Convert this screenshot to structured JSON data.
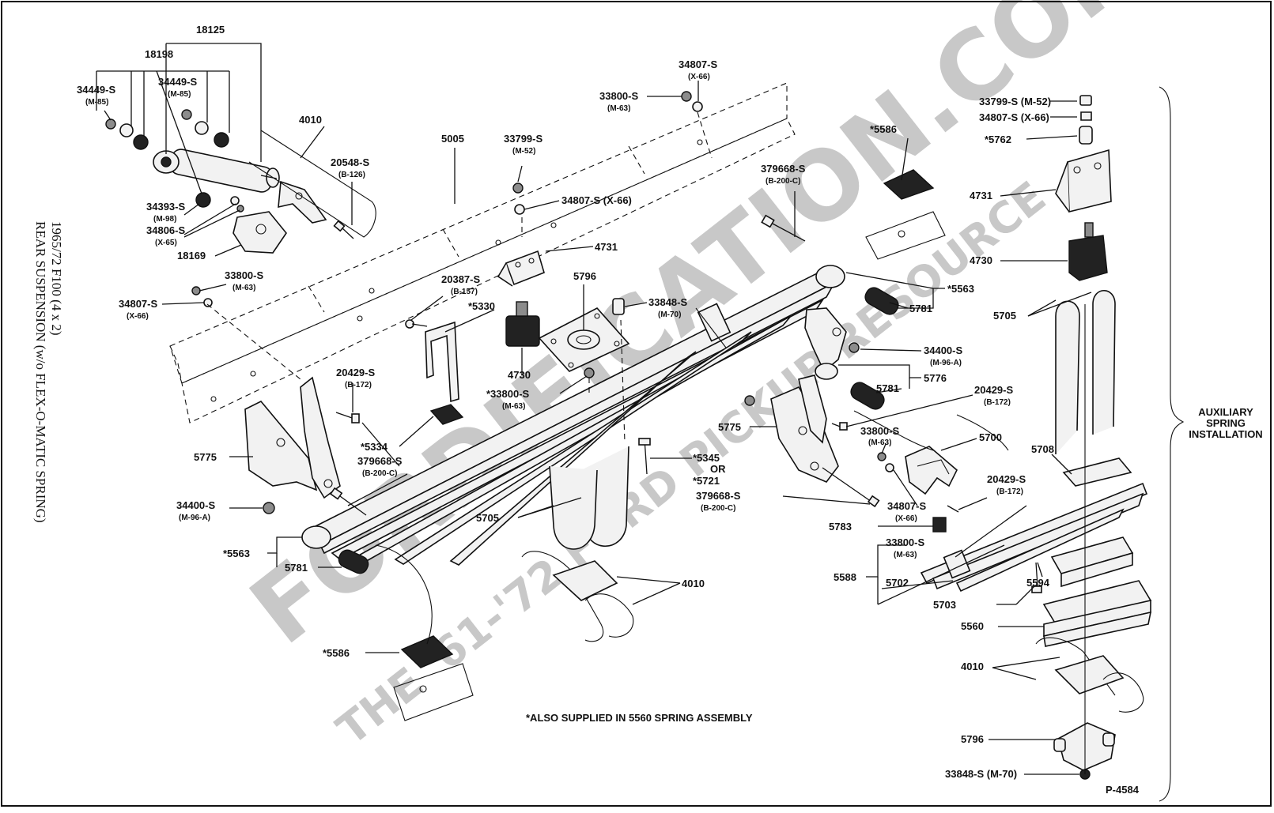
{
  "side_title": {
    "line1": "REAR SUSPENSION (w/o FLEX-O-MATIC SPRING)",
    "line2": "1965/72  F100 (4 x 2)"
  },
  "auxiliary_label": [
    "AUXILIARY",
    "SPRING",
    "INSTALLATION"
  ],
  "footnote": "*ALSO SUPPLIED IN 5560 SPRING ASSEMBLY",
  "figure_number": "P-4584",
  "watermark": {
    "main": "FORDIFICATION.COM",
    "tagline": "THE '61-'72 FORD PICKUP RESOURCE"
  },
  "callouts": [
    {
      "id": "18125",
      "text": "18125"
    },
    {
      "id": "18198",
      "text": "18198"
    },
    {
      "id": "34449-S-a",
      "text": "34449-S",
      "sub": "(M-85)"
    },
    {
      "id": "34449-S-b",
      "text": "34449-S",
      "sub": "(M-85)"
    },
    {
      "id": "4010-top",
      "text": "4010"
    },
    {
      "id": "20548-S",
      "text": "20548-S",
      "sub": "(B-126)"
    },
    {
      "id": "34393-S",
      "text": "34393-S",
      "sub": "(M-98)"
    },
    {
      "id": "34806-S",
      "text": "34806-S",
      "sub": "(X-65)"
    },
    {
      "id": "18169",
      "text": "18169"
    },
    {
      "id": "33800-S-left",
      "text": "33800-S",
      "sub": "(M-63)"
    },
    {
      "id": "34807-S-left",
      "text": "34807-S",
      "sub": "(X-66)"
    },
    {
      "id": "5005",
      "text": "5005"
    },
    {
      "id": "33800-S-top",
      "text": "33800-S",
      "sub": "(M-63)"
    },
    {
      "id": "34807-S-top",
      "text": "34807-S",
      "sub": "(X-66)"
    },
    {
      "id": "33799-S-center",
      "text": "33799-S",
      "sub": "(M-52)"
    },
    {
      "id": "34807-S-center",
      "text": "34807-S (X-66)"
    },
    {
      "id": "4731-center",
      "text": "4731"
    },
    {
      "id": "20387-S",
      "text": "20387-S",
      "sub": "(B-157)"
    },
    {
      "id": "5330",
      "text": "*5330"
    },
    {
      "id": "5796-center",
      "text": "5796"
    },
    {
      "id": "33848-S-center",
      "text": "33848-S",
      "sub": "(M-70)"
    },
    {
      "id": "4730-center",
      "text": "4730"
    },
    {
      "id": "33800-S-center",
      "text": "*33800-S",
      "sub": "(M-63)"
    },
    {
      "id": "20429-S-left",
      "text": "20429-S",
      "sub": "(B-172)"
    },
    {
      "id": "5334",
      "text": "*5334"
    },
    {
      "id": "379668-S-left",
      "text": "379668-S",
      "sub": "(B-200-C)"
    },
    {
      "id": "5775-left",
      "text": "5775"
    },
    {
      "id": "34400-S-left",
      "text": "34400-S",
      "sub": "(M-96-A)"
    },
    {
      "id": "5563-left",
      "text": "*5563"
    },
    {
      "id": "5781-left",
      "text": "5781"
    },
    {
      "id": "5586-bottom",
      "text": "*5586"
    },
    {
      "id": "5705-center",
      "text": "5705"
    },
    {
      "id": "4010-center",
      "text": "4010"
    },
    {
      "id": "5345",
      "text": "*5345",
      "sub": "OR"
    },
    {
      "id": "5721",
      "text": "*5721"
    },
    {
      "id": "5586-top",
      "text": "*5586"
    },
    {
      "id": "379668-S-top",
      "text": "379668-S",
      "sub": "(B-200-C)"
    },
    {
      "id": "5563-right",
      "text": "*5563"
    },
    {
      "id": "5781-right-a",
      "text": "5781"
    },
    {
      "id": "34400-S-right",
      "text": "34400-S",
      "sub": "(M-96-A)"
    },
    {
      "id": "5776",
      "text": "5776"
    },
    {
      "id": "5781-right-b",
      "text": "5781"
    },
    {
      "id": "20429-S-right-a",
      "text": "20429-S",
      "sub": "(B-172)"
    },
    {
      "id": "5775-right",
      "text": "5775"
    },
    {
      "id": "33800-S-right",
      "text": "33800-S",
      "sub": "(M-63)"
    },
    {
      "id": "5700",
      "text": "5700"
    },
    {
      "id": "379668-S-right",
      "text": "379668-S",
      "sub": "(B-200-C)"
    },
    {
      "id": "34807-S-right",
      "text": "34807-S",
      "sub": "(X-66)"
    },
    {
      "id": "5783",
      "text": "5783"
    },
    {
      "id": "20429-S-right-b",
      "text": "20429-S",
      "sub": "(B-172)"
    },
    {
      "id": "5708",
      "text": "5708"
    },
    {
      "id": "33800-S-aux",
      "text": "33800-S",
      "sub": "(M-63)"
    },
    {
      "id": "5588",
      "text": "5588"
    },
    {
      "id": "5702",
      "text": "5702"
    },
    {
      "id": "5703",
      "text": "5703"
    },
    {
      "id": "5594",
      "text": "5594"
    },
    {
      "id": "5560",
      "text": "5560"
    },
    {
      "id": "4010-aux",
      "text": "4010"
    },
    {
      "id": "5796-aux",
      "text": "5796"
    },
    {
      "id": "33848-S-aux",
      "text": "33848-S (M-70)"
    },
    {
      "id": "33799-S-aux",
      "text": "33799-S (M-52)"
    },
    {
      "id": "34807-S-aux",
      "text": "34807-S (X-66)"
    },
    {
      "id": "5762",
      "text": "*5762"
    },
    {
      "id": "4731-aux",
      "text": "4731"
    },
    {
      "id": "4730-aux",
      "text": "4730"
    },
    {
      "id": "5705-aux",
      "text": "5705"
    }
  ]
}
